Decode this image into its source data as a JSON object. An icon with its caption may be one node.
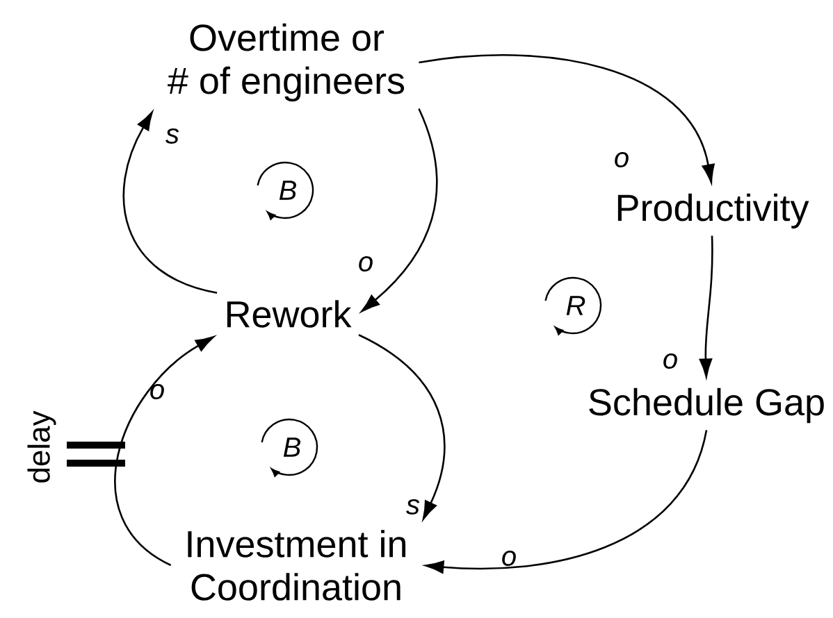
{
  "diagram": {
    "nodes": [
      {
        "text": [
          "Overtime or # of engineers"
        ]
      },
      {
        "text": [
          "Productivity"
        ]
      },
      {
        "text": [
          "Rework"
        ]
      },
      {
        "text": [
          "Schedule Gap"
        ]
      },
      {
        "text": [
          "Investment in Coordination"
        ]
      }
    ],
    "edges": [
      {
        "from": 2,
        "to": 0,
        "arrow": "to",
        "label": "s"
      },
      {
        "from": 0,
        "to": 2,
        "arrow": "to",
        "label": "o"
      },
      {
        "from": 0,
        "to": 1,
        "arrow": "to",
        "label": "o"
      },
      {
        "from": 1,
        "to": 3,
        "arrow": "to",
        "label": "o"
      },
      {
        "from": 3,
        "to": 4,
        "arrow": "to",
        "label": "o"
      },
      {
        "from": 2,
        "to": 4,
        "arrow": "to",
        "label": "s"
      },
      {
        "from": 4,
        "to": 2,
        "arrow": "to",
        "label": "o"
      }
    ],
    "labels": [
      "B",
      "R",
      "delay",
      "B"
    ]
  }
}
